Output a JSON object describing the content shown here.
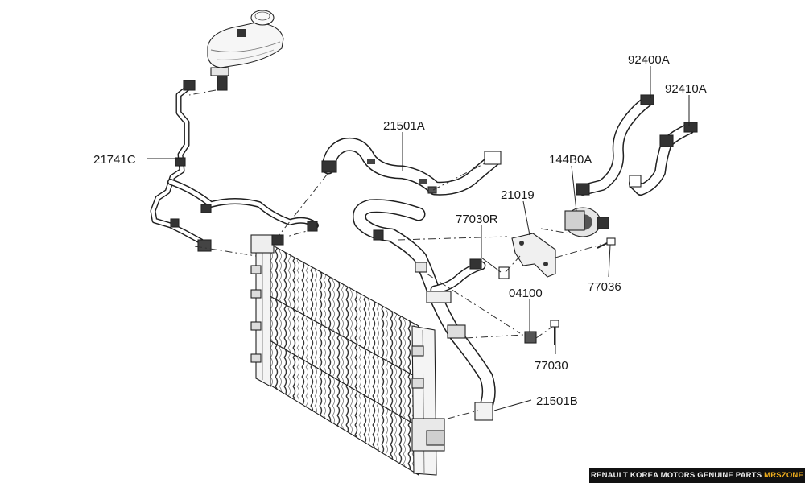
{
  "diagram": {
    "labels": [
      {
        "id": "21741C",
        "text": "21741C"
      },
      {
        "id": "21501A",
        "text": "21501A"
      },
      {
        "id": "92400A",
        "text": "92400A"
      },
      {
        "id": "92410A",
        "text": "92410A"
      },
      {
        "id": "144B0A",
        "text": "144B0A"
      },
      {
        "id": "21019",
        "text": "21019"
      },
      {
        "id": "77030R",
        "text": "77030R"
      },
      {
        "id": "77036",
        "text": "77036"
      },
      {
        "id": "04100",
        "text": "04100"
      },
      {
        "id": "77030",
        "text": "77030"
      },
      {
        "id": "21501B",
        "text": "21501B"
      }
    ]
  },
  "watermark": {
    "text": "RENAULT KOREA MOTORS GENUINE PARTS",
    "brand": "MRSZONE",
    "accent_color": "#f2b01e"
  }
}
